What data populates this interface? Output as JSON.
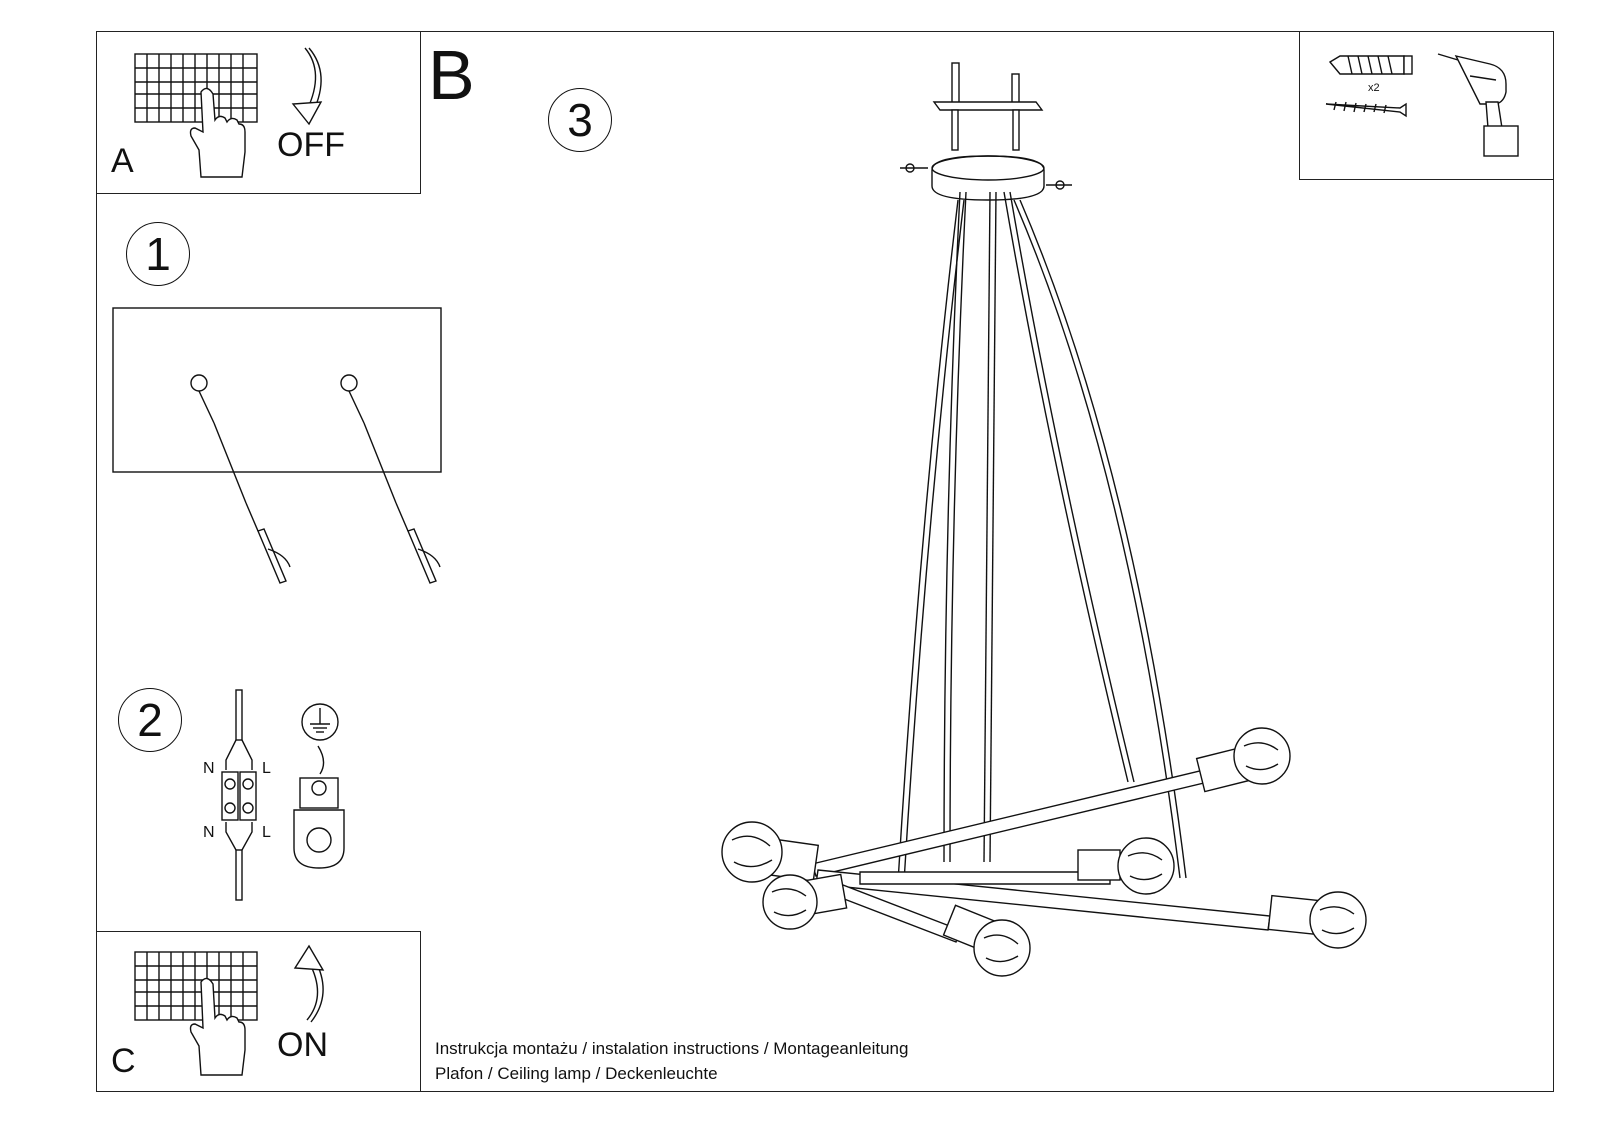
{
  "panel_a": {
    "letter": "A",
    "state": "OFF"
  },
  "panel_b": {
    "letter": "B"
  },
  "panel_c": {
    "letter": "C",
    "state": "ON"
  },
  "steps": {
    "one": "1",
    "two": "2",
    "three": "3"
  },
  "wiring": {
    "n_top": "N",
    "l_top": "L",
    "n_bottom": "N",
    "l_bottom": "L"
  },
  "tools": {
    "quantity": "x2"
  },
  "captions": {
    "line1": "Instrukcja montażu / instalation instructions / Montageanleitung",
    "line2": "Plafon / Ceiling lamp / Deckenleuchte"
  },
  "icons": [
    "circuit-breaker-icon",
    "hand-icon",
    "curved-arrow-icon",
    "wall-plug-icon",
    "screw-icon",
    "drill-icon",
    "ground-symbol-icon",
    "terminal-block-icon",
    "ceiling-lamp-illustration"
  ]
}
